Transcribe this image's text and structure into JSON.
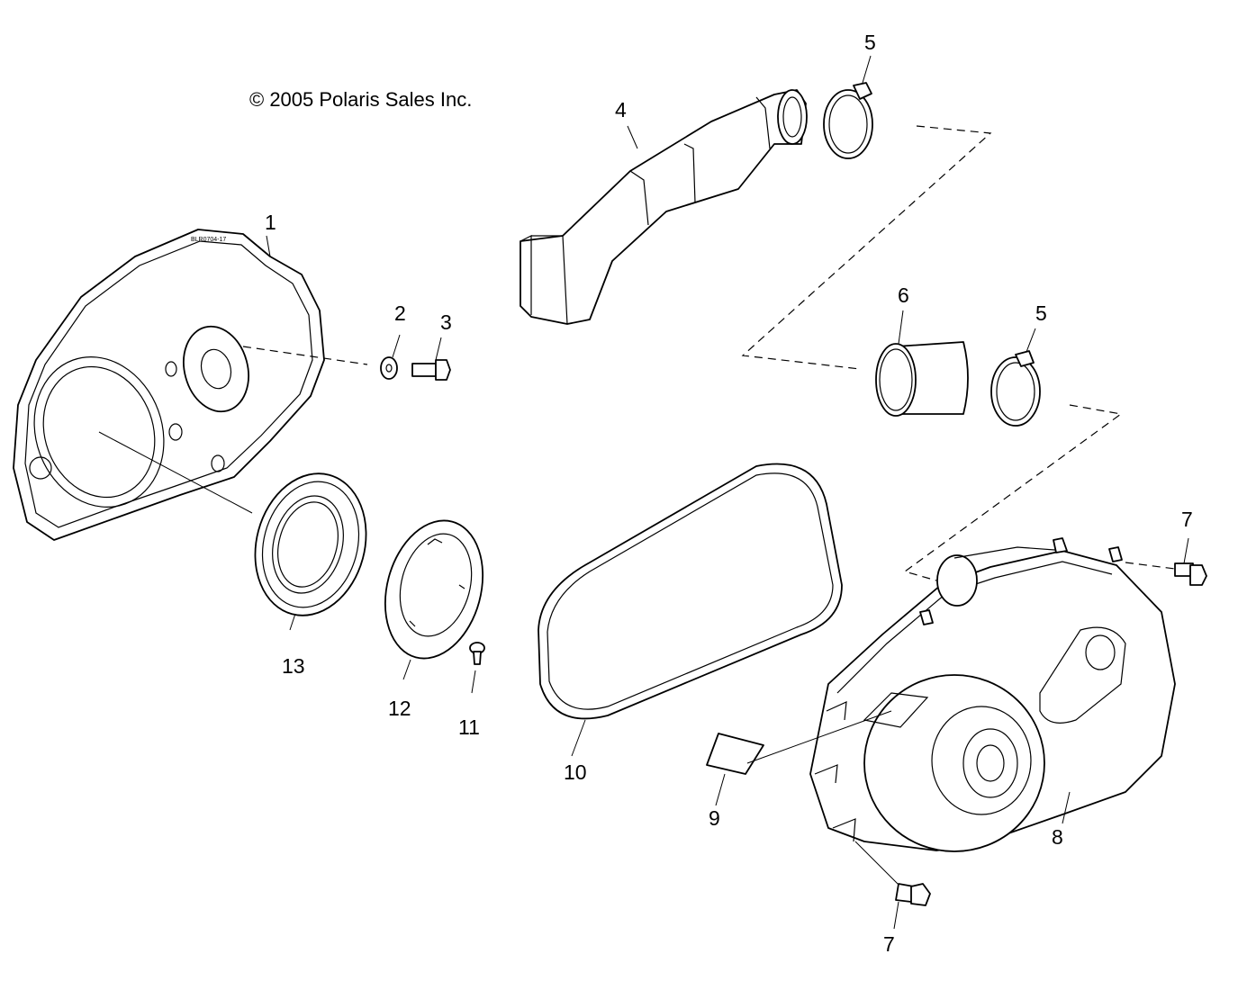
{
  "copyright": "© 2005 Polaris Sales Inc.",
  "callouts": [
    "1",
    "2",
    "3",
    "4",
    "5",
    "5",
    "6",
    "7",
    "7",
    "8",
    "9",
    "10",
    "11",
    "12",
    "13"
  ]
}
